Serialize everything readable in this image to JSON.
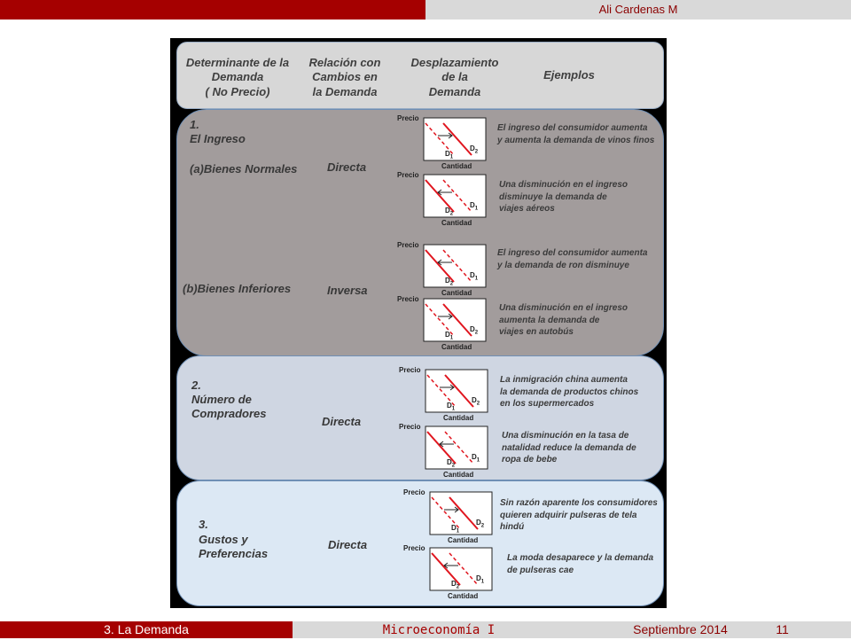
{
  "header": {
    "author": "Ali Cardenas M"
  },
  "table": {
    "columns": [
      "Determinante de la\nDemanda\n( No Precio)",
      "Relación con\nCambios en\nla Demanda",
      "Desplazamiento\nde la\nDemanda",
      "Ejemplos"
    ],
    "sections": [
      {
        "number": "1.",
        "title": "El Ingreso"
      },
      {
        "number": "2.",
        "title": "Número de\nCompradores"
      },
      {
        "number": "3.",
        "title": "Gustos y\nPreferencias"
      }
    ],
    "subcategories": [
      "(a)Bienes Normales",
      "(b)Bienes Inferiores"
    ],
    "relations": [
      "Directa",
      "Inversa",
      "Directa",
      "Directa"
    ],
    "axis_labels": {
      "price": "Precio",
      "quantity": "Cantidad"
    },
    "curve_labels": {
      "d1": "D",
      "d2": "D",
      "sub1": "1",
      "sub2": "2"
    },
    "examples": [
      "El ingreso del consumidor aumenta\ny aumenta la demanda de vinos finos",
      "Una disminución en el ingreso\ndisminuye la demanda de\nviajes aéreos",
      "El ingreso del consumidor aumenta\ny la demanda de ron disminuye",
      "Una disminución en el ingreso\naumenta la demanda de\nviajes en autobús",
      "La inmigración china aumenta\nla demanda de productos chinos\nen los supermercados",
      "Una disminución en  la tasa de\nnatalidad reduce la demanda de\nropa de bebe",
      "Sin razón aparente los consumidores\nquieren adquirir pulseras de tela\nhindú",
      "La moda desaparece y la demanda\nde pulseras cae"
    ],
    "diagrams": [
      {
        "shift": "right"
      },
      {
        "shift": "left"
      },
      {
        "shift": "left"
      },
      {
        "shift": "right"
      },
      {
        "shift": "right"
      },
      {
        "shift": "left"
      },
      {
        "shift": "right"
      },
      {
        "shift": "left"
      }
    ],
    "colors": {
      "curve": "#e0161f",
      "header_panel": "#d7d7d7",
      "income_panel": "#a29c9c",
      "buyers_panel": "#cfd6e2",
      "tastes_panel": "#dce8f4"
    }
  },
  "footer": {
    "topic": "3. La Demanda",
    "course": "Microeconomía I",
    "date": "Septiembre 2014",
    "page": "11"
  }
}
